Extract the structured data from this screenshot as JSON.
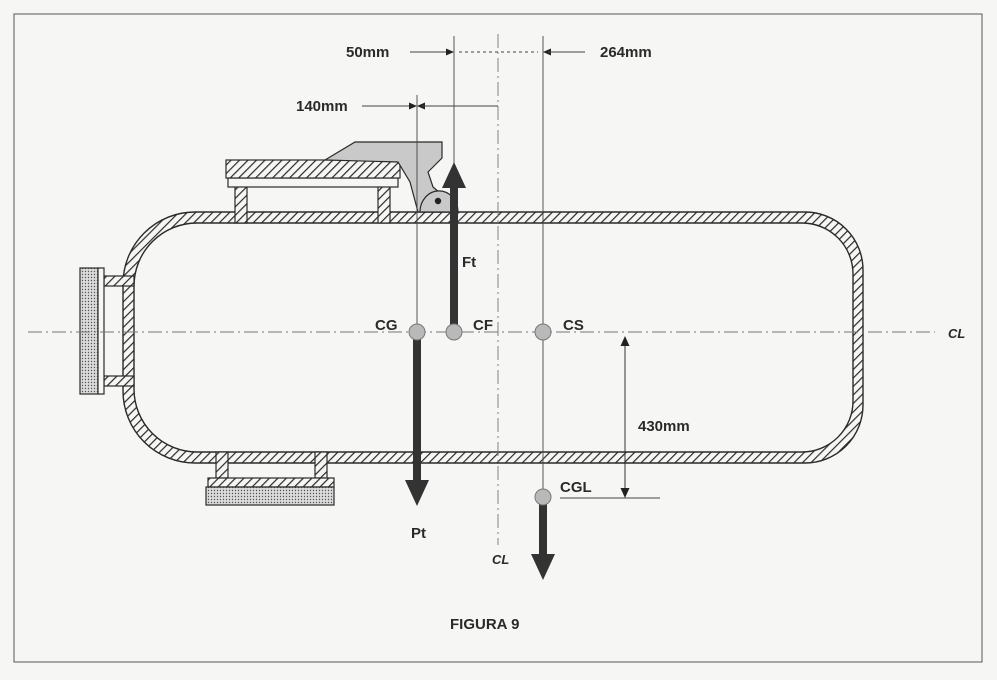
{
  "diagram": {
    "figure_caption": "FIGURA 9",
    "dimensions": {
      "d50": "50mm",
      "d264": "264mm",
      "d140": "140mm",
      "d430": "430mm"
    },
    "points": {
      "cg": "CG",
      "cf": "CF",
      "cs": "CS",
      "cgl": "CGL"
    },
    "forces": {
      "ft": "Ft",
      "pt": "Pt"
    },
    "centerlines": {
      "horizontal": "CL",
      "vertical": "CL"
    },
    "colors": {
      "stroke": "#2a2a2a",
      "point_fill": "#b9b9b9",
      "bracket_fill": "#c9c9c9",
      "flange_fill": "#dcdcdc",
      "paper": "#f6f6f4"
    }
  }
}
